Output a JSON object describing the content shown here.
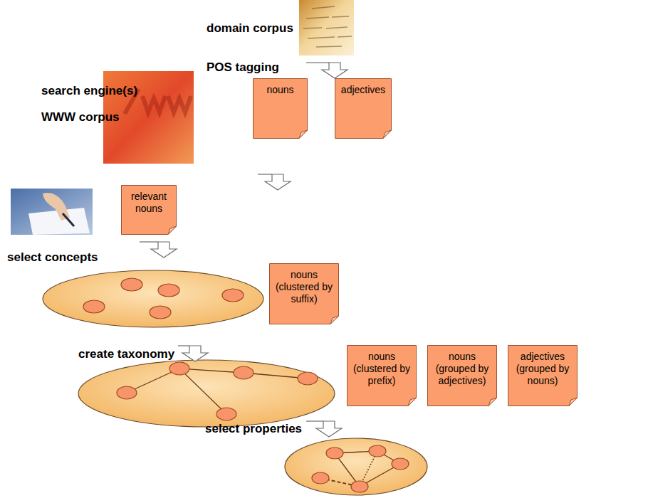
{
  "diagram": {
    "nodes": [
      {
        "text": [
          "nouns"
        ]
      },
      {
        "text": [
          "adjectives"
        ]
      },
      {
        "text": [
          "relevant nouns"
        ]
      },
      {
        "text": [
          "nouns (clustered by suffix)"
        ]
      },
      {
        "text": [
          "nouns (clustered by prefix)"
        ]
      },
      {
        "text": [
          "nouns (grouped by adjectives)"
        ]
      },
      {
        "text": [
          "adjectives (grouped by nouns)"
        ]
      }
    ],
    "labels": [
      "domain corpus",
      "POS tagging",
      "search engine(s)",
      "WWW corpus",
      "select concepts",
      "create taxonomy",
      "select properties"
    ]
  }
}
